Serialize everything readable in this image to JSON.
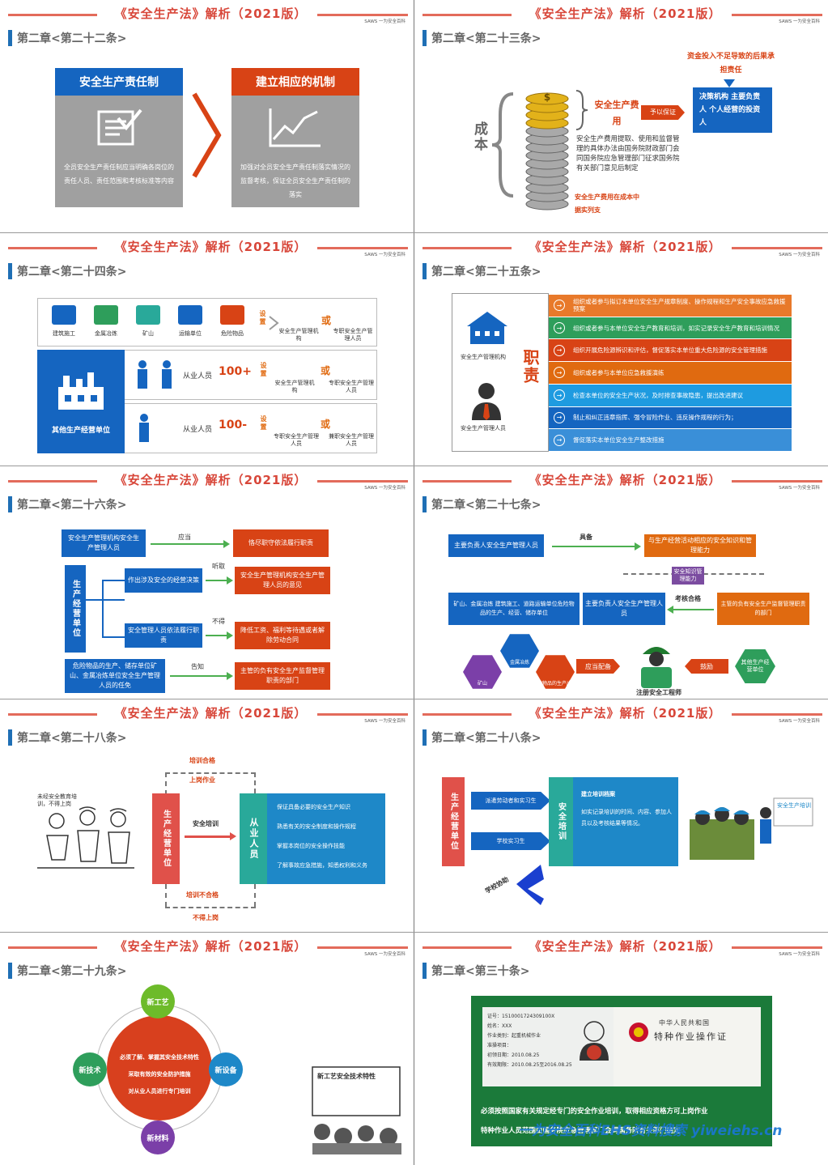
{
  "header": {
    "title": "《安全生产法》解析（2021版）",
    "brand": "SAWS 一为安全百科"
  },
  "slides": [
    {
      "chapter": "第二章<第二十二条>",
      "left": {
        "title": "安全生产责任制",
        "text": "全员安全生产责任制应当明确各岗位的责任人员、责任范围和考核标准等内容"
      },
      "right": {
        "title": "建立相应的机制",
        "text": "加强对全员安全生产责任制落实情况的监督考核，保证全员安全生产责任制的落实"
      }
    },
    {
      "chapter": "第二章<第二十三条>",
      "cost_label": "成本",
      "fund_label": "安全生产费用",
      "guarantee": "予以保证",
      "shortfall": "资金投入不足导致的后果承担责任",
      "responsible": "决策机构 主要负责人 个人经营的投资人",
      "desc": "安全生产费用提取、使用和监督管理的具体办法由国务院财政部门会同国务院应急管理部门征求国务院有关部门意见后制定",
      "note": "安全生产费用在成本中据实列支"
    },
    {
      "chapter": "第二章<第二十四条>",
      "industries": [
        "建筑施工",
        "金属冶炼",
        "矿山",
        "运输单位",
        "危险物品"
      ],
      "setup": "设置",
      "or": "或",
      "org": "安全生产管理机构",
      "fulltime": "专职安全生产管理人员",
      "other": "其他生产经营单位",
      "over": "从业人员",
      "over_n": "100+",
      "under": "从业人员",
      "under_n": "100-",
      "parttime": "兼职安全生产管理人员"
    },
    {
      "chapter": "第二章<第二十五条>",
      "left_org": "安全生产管理机构",
      "left_person": "安全生产管理人员",
      "duty": "职责",
      "items": [
        "组织或者参与拟订本单位安全生产规章制度、操作规程和生产安全事故应急救援预案",
        "组织或者参与本单位安全生产教育和培训，如实记录安全生产教育和培训情况",
        "组织开展危险源辨识和评估，督促落实本单位重大危险源的安全管理措施",
        "组织或者参与本单位应急救援演练",
        "检查本单位的安全生产状况，及时排查事故隐患，提出改进建议",
        "制止和纠正违章指挥、强令冒险作业、违反操作规程的行为；",
        "督促落实本单位安全生产整改措施"
      ],
      "colors": [
        "#e8792a",
        "#2e9e5b",
        "#d84315",
        "#e06a10",
        "#1e9be0",
        "#1565c0",
        "#3a8fd8"
      ]
    },
    {
      "chapter": "第二章<第二十六条>",
      "a1": "安全生产管理机构安全生产管理人员",
      "a_arrow": "应当",
      "a2": "恪尽职守依法履行职责",
      "unit": "生产经营单位",
      "b1": "作出涉及安全的经营决策",
      "b_arrow": "听取",
      "b2": "安全生产管理机构安全生产管理人员的意见",
      "c1": "安全管理人员依法履行职责",
      "c_arrow": "不得",
      "c2": "降低工资、福利等待遇或者解除劳动合同",
      "d1": "危险物品的生产、储存单位矿山、金属冶炼单位安全生产管理人员的任免",
      "d_arrow": "告知",
      "d2": "主管的负有安全生产监督管理职责的部门"
    },
    {
      "chapter": "第二章<第二十七条>",
      "p1": "主要负责人安全生产管理人员",
      "p_arrow": "具备",
      "p2": "与生产经营活动相应的安全知识和管理能力",
      "mid": "安全知识管理能力",
      "q1": "矿山、金属冶炼 建筑施工、道路运输单位危险物品的生产、经营、储存单位",
      "q2": "主要负责人安全生产管理人员",
      "q_arrow": "考核合格",
      "q3": "主管的负有安全生产监督管理职责的部门",
      "hex": [
        "金属冶炼",
        "矿山",
        "危险物品的生产/储存"
      ],
      "staff": "应当配备",
      "eng": "注册安全工程师",
      "enc": "鼓励",
      "other": "其他生产经营单位"
    },
    {
      "chapter": "第二章<第二十八条>",
      "cartoon": "未经安全教育培训，不得上岗",
      "pass": "培训合格",
      "work": "上岗作业",
      "unit": "生产经营单位",
      "train": "安全培训",
      "staff": "从业人员",
      "fail": "培训不合格",
      "nowork": "不得上岗",
      "items": [
        "保证具备必要的安全生产知识",
        "熟悉有关的安全制度和操作规程",
        "掌握本岗位的安全操作技能",
        "了解事故应急措施，知悉权利和义务"
      ]
    },
    {
      "chapter": "第二章<第二十八条>",
      "unit": "生产经营单位",
      "a1": "派遣劳动者和实习生",
      "a2": "学校实习生",
      "train": "安全培训",
      "archive": "建立培训档案",
      "desc": "如实记录培训的时间、内容、参加人员以及考核结果等情况。",
      "school": "学校协助",
      "board": "安全生产培训"
    },
    {
      "chapter": "第二章<第二十九条>",
      "center": [
        "必须了解、掌握其安全技术特性",
        "采取有效的安全防护措施",
        "对从业人员进行专门培训"
      ],
      "nodes": [
        "新工艺",
        "新设备",
        "新材料",
        "新技术"
      ],
      "board": "新工艺安全技术特性"
    },
    {
      "chapter": "第二章<第三十条>",
      "cert_country": "中华人民共和国",
      "cert_title": "特种作业操作证",
      "cert_lines": [
        "证号：1510001724309100X",
        "姓名：XXX",
        "作业类别：起重机械作业",
        "准操项目：",
        "初领日期：2010.08.25",
        "有效期限：2010.08.25至2016.08.25"
      ],
      "text": "必须按照国家有关规定经专门的安全作业培训，取得相应资格方可上岗作业",
      "text2": "特种作业人员范围由国务院应急管理部门会同国务院有关部门确定"
    }
  ],
  "watermark": "一为安全百科EHS资料搜索 yiweiehs.cn"
}
